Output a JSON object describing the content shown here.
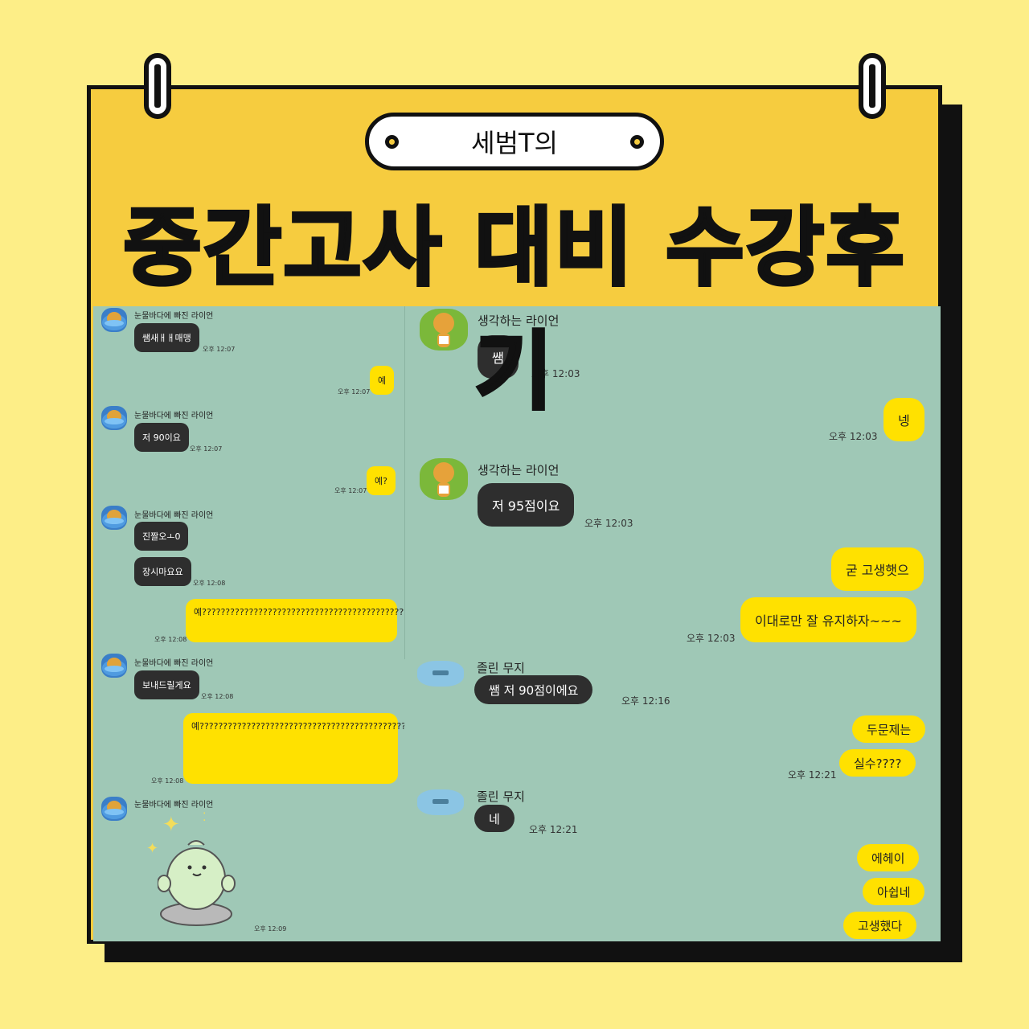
{
  "poster": {
    "subtitle": "세범T의",
    "title": "중간고사 대비 수강후기"
  },
  "chat_left": {
    "sender": "눈물바다에 빠진 라이언",
    "messages": {
      "m1": "쌤새ㅐㅐ매맹",
      "t1": "오후 12:07",
      "m2": "예",
      "t2": "오후 12:07",
      "m3": "저 90이요",
      "t3": "오후 12:07",
      "m4": "예?",
      "t4": "오후 12:07",
      "m5": "진짤오ㅗ0",
      "m6": "장시마요요",
      "t6": "오후 12:08",
      "m7": "예??????????????????????????????????????????????????????????",
      "t7": "오후 12:08",
      "m8": "보내드릴게요",
      "t8": "오후 12:08",
      "m9": "예????????????????????????????????????????????????????????????????????????????????????????????????????????????????",
      "t9": "오후 12:08",
      "t10": "오후 12:09"
    }
  },
  "chat_right_top": {
    "sender": "생각하는 라이언",
    "messages": {
      "m1": "쌤",
      "t1": "오후 12:03",
      "m2": "넹",
      "t2": "오후 12:03",
      "m3": "저 95점이요",
      "t3": "오후 12:03",
      "m4": "굳 고생햇으",
      "m5": "이대로만 잘 유지하자~~~",
      "t5": "오후 12:03"
    }
  },
  "chat_right_bottom": {
    "sender": "졸린 무지",
    "messages": {
      "m1": "쌤 저 90점이에요",
      "t1": "오후 12:16",
      "m2": "두문제는",
      "m3": "실수????",
      "t3": "오후 12:21",
      "m4": "네",
      "t4": "오후 12:21",
      "m5": "에헤이",
      "m6": "아쉽네",
      "m7": "고생했다"
    }
  },
  "colors": {
    "background": "#FDEE87",
    "board": "#F6CC3F",
    "chat_bg": "#9FC8B6",
    "my_bubble": "#FFE100",
    "their_bubble": "#2E2E2E"
  }
}
